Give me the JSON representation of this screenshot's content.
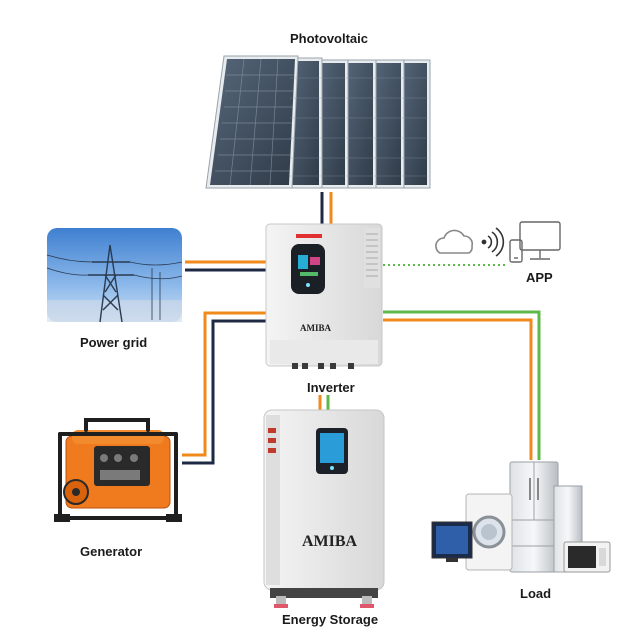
{
  "labels": {
    "photovoltaic": "Photovoltaic",
    "power_grid": "Power grid",
    "inverter": "Inverter",
    "app": "APP",
    "generator": "Generator",
    "energy_storage": "Energy Storage",
    "load": "Load"
  },
  "brand": {
    "inverter_logo": "AMIBA",
    "battery_logo": "AMIBA"
  },
  "colors": {
    "ac_line": "#f08a1c",
    "dc_line": "#1e2a44",
    "load_line": "#5fb84a",
    "app_link": "#5fb84a",
    "panel_cell": "#3b4a5a",
    "generator_body": "#f07a1e"
  },
  "icons": [
    "cloud-icon",
    "wifi-signal-icon",
    "phone-icon",
    "monitor-icon"
  ]
}
